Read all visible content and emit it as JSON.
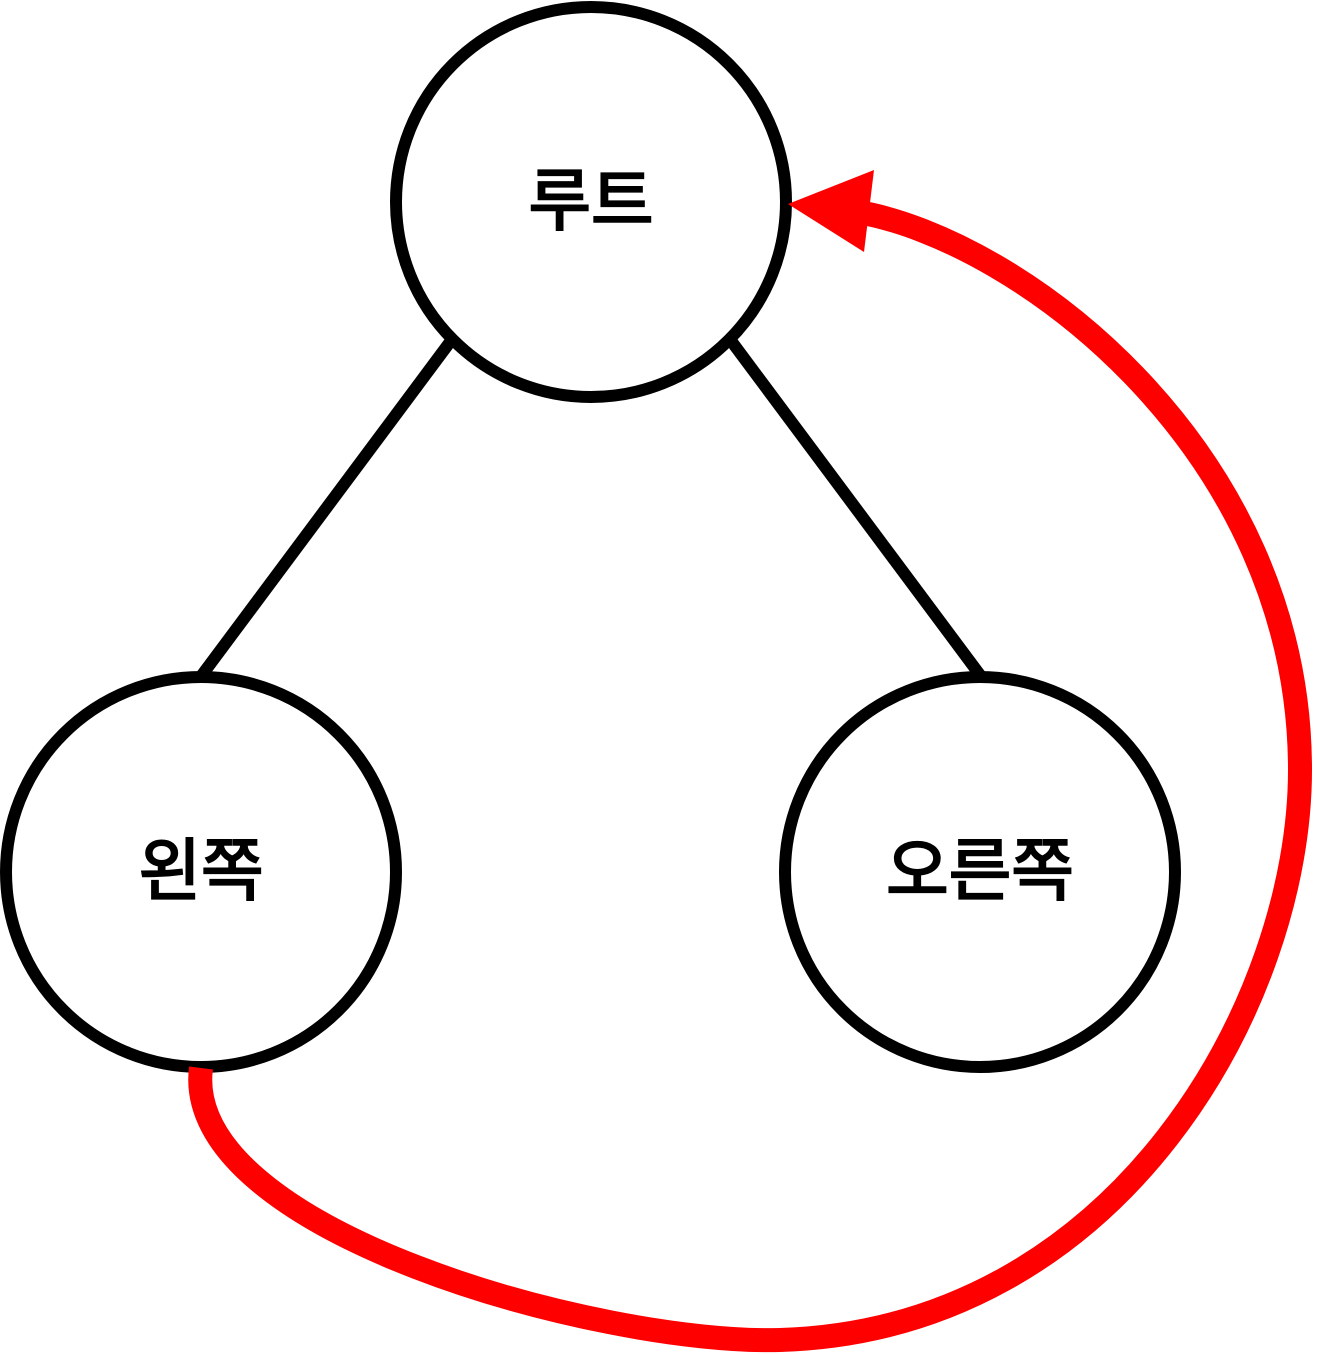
{
  "diagram": {
    "nodes": {
      "root": {
        "label": "루트"
      },
      "left": {
        "label": "왼쪽"
      },
      "right": {
        "label": "오른쪽"
      }
    },
    "edges": [
      {
        "from": "root",
        "to": "left"
      },
      {
        "from": "root",
        "to": "right"
      }
    ],
    "arrows": [
      {
        "from": "left",
        "to": "root"
      }
    ]
  },
  "colors": {
    "node_stroke": "#000000",
    "node_fill": "#ffffff",
    "edge": "#000000",
    "arrow": "#ff0000",
    "text": "#000000"
  }
}
